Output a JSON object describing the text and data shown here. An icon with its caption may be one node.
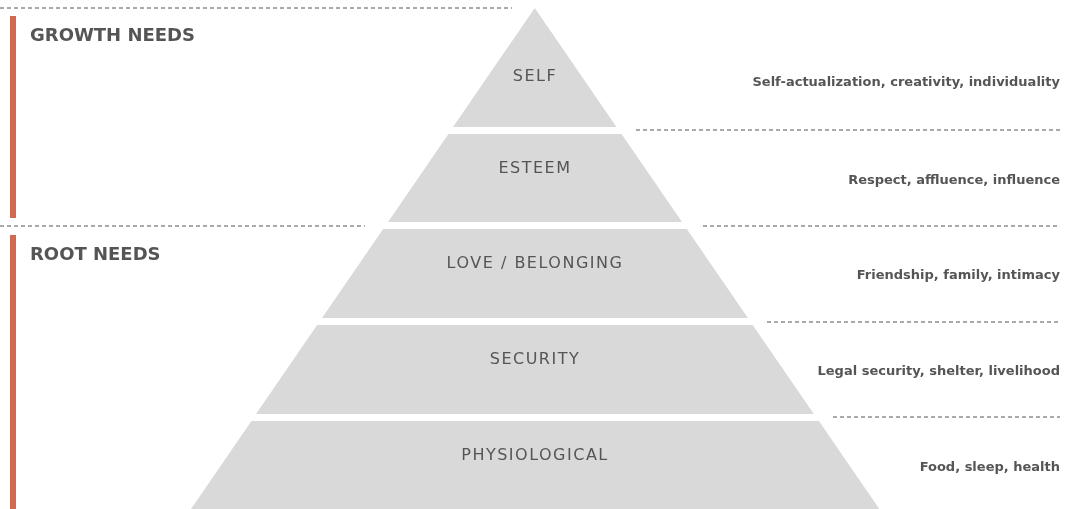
{
  "diagram": {
    "nodes": [
      {
        "text": [
          "GROWTH NEEDS"
        ]
      },
      {
        "text": [
          "ROOT NEEDS"
        ]
      },
      {
        "text": [
          "SELF"
        ]
      },
      {
        "text": [
          "ESTEEM"
        ]
      },
      {
        "text": [
          "LOVE / BELONGING"
        ]
      },
      {
        "text": [
          "SECURITY"
        ]
      },
      {
        "text": [
          "PHYSIOLOGICAL"
        ]
      }
    ],
    "edges": [],
    "labels": [
      "Self-actualization, creativity, individuality",
      "Respect, affluence, influence",
      "Friendship, family, intimacy",
      "Legal security, shelter, livelihood",
      "Food, sleep, health"
    ]
  }
}
